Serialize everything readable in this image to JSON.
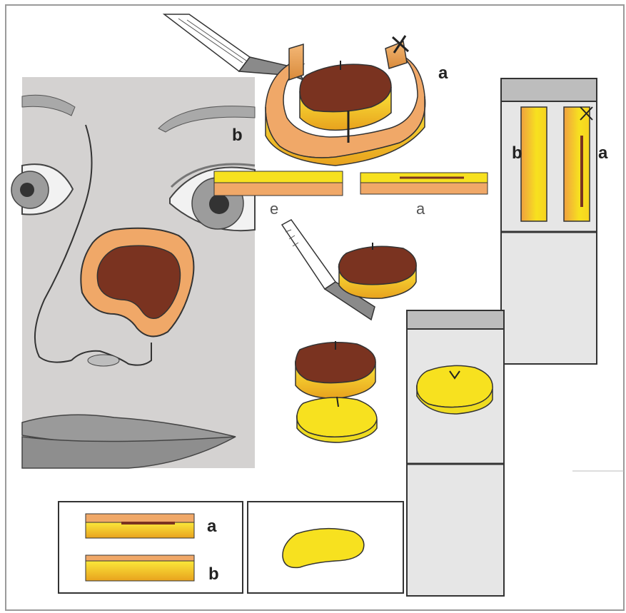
{
  "labels": {
    "nose_remnant": "b",
    "excised_ring": "a",
    "strip_left_tag": "e",
    "strip_right_tag": "a",
    "cassette_left": "b",
    "cassette_right": "a",
    "slide_top": "a",
    "slide_bottom": "b"
  },
  "colors": {
    "tumor": "#7a3320",
    "skin": "#f0a868",
    "fat": "#f7e11f",
    "face_bg": "#d4d2d1",
    "cassette": "#e6e6e6",
    "cassette_lid": "#bdbdbd"
  }
}
